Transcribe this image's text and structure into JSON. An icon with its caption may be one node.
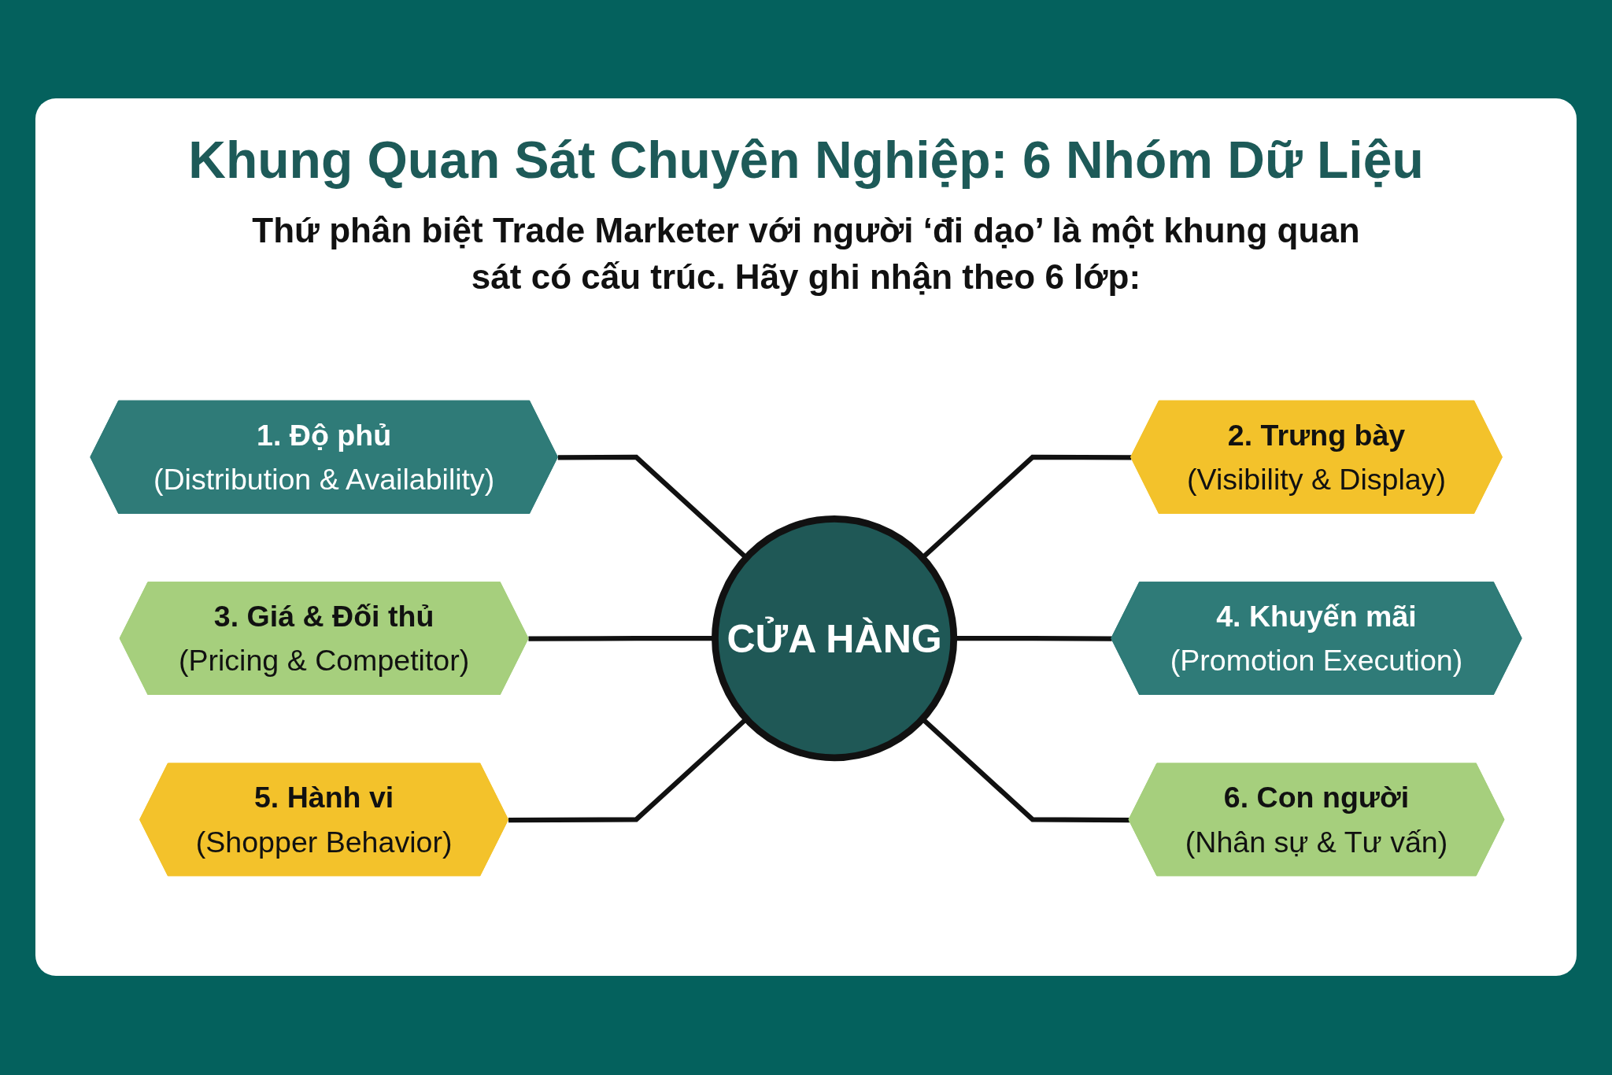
{
  "diagram": {
    "title": "Khung Quan Sát Chuyên Nghiệp: 6 Nhóm Dữ Liệu",
    "nodes": [
      {
        "text": [
          "1. Độ phủ",
          "(Distribution & Availability)"
        ]
      },
      {
        "text": [
          "2. Trưng bày",
          "(Visibility & Display)"
        ]
      },
      {
        "text": [
          "3. Giá & Đối thủ",
          "(Pricing & Competitor)"
        ]
      },
      {
        "text": [
          "CỬA HÀNG"
        ]
      },
      {
        "text": [
          "4. Khuyến mãi",
          "(Promotion Execution)"
        ]
      },
      {
        "text": [
          "5. Hành vi",
          "(Shopper Behavior)"
        ]
      },
      {
        "text": [
          "6. Con người",
          "(Nhân sự & Tư vấn)"
        ]
      }
    ],
    "edges": [
      {
        "from": 0,
        "to": 3,
        "arrow": "none"
      },
      {
        "from": 3,
        "to": 1,
        "arrow": "none"
      },
      {
        "from": 2,
        "to": 3,
        "arrow": "none"
      },
      {
        "from": 3,
        "to": 4,
        "arrow": "none"
      },
      {
        "from": 5,
        "to": 3,
        "arrow": "none"
      },
      {
        "from": 3,
        "to": 6,
        "arrow": "none"
      }
    ],
    "labels": [
      "Thứ phân biệt Trade Marketer với người ‘đi dạo’ là một khung quan sát có cấu trúc. Hãy ghi nhận theo 6 lớp:"
    ]
  }
}
